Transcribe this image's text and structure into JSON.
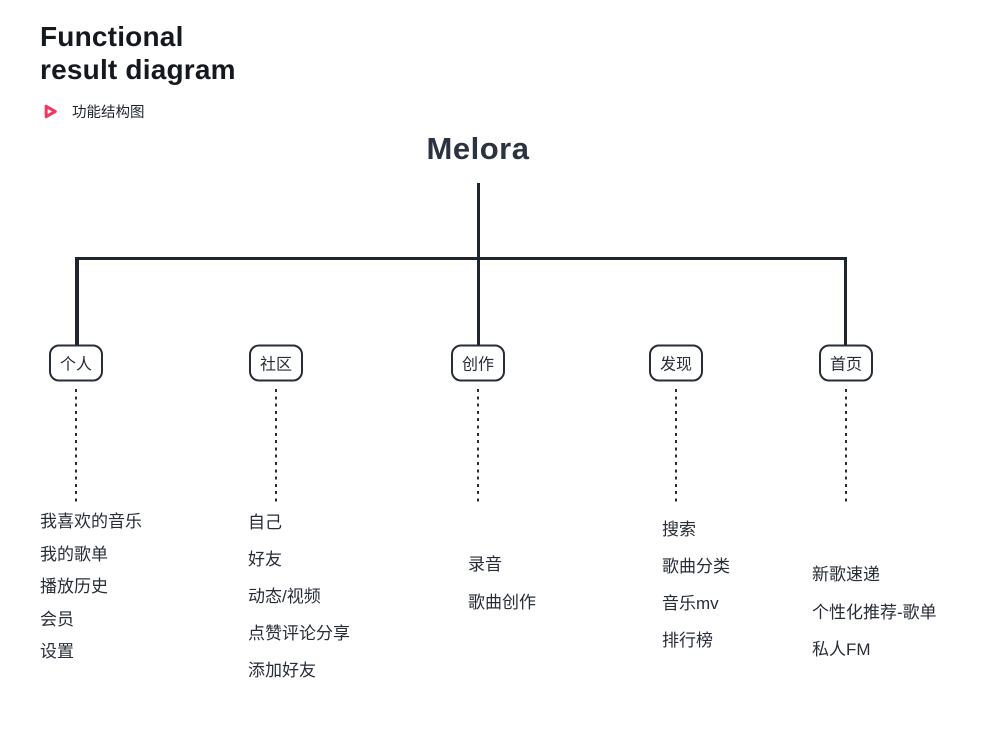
{
  "header": {
    "title_lines": [
      "Functional",
      "result diagram"
    ],
    "subtitle": "功能结构图"
  },
  "root_label": "Melora",
  "colors": {
    "accent": "#F1395F",
    "line": "#1F252E",
    "text": "#272D37"
  },
  "tree": {
    "nodes": [
      {
        "id": "personal",
        "label": "个人",
        "items": [
          "我喜欢的音乐",
          "我的歌单",
          "播放历史",
          "会员",
          "设置"
        ]
      },
      {
        "id": "community",
        "label": "社区",
        "items": [
          "自己",
          "好友",
          "动态/视频",
          "点赞评论分享",
          "添加好友"
        ]
      },
      {
        "id": "creation",
        "label": "创作",
        "items": [
          "录音",
          "歌曲创作"
        ]
      },
      {
        "id": "discover",
        "label": "发现",
        "items": [
          "搜索",
          "歌曲分类",
          "音乐mv",
          "排行榜"
        ]
      },
      {
        "id": "home",
        "label": "首页",
        "items": [
          "新歌速递",
          "个性化推荐-歌单",
          "私人FM"
        ]
      }
    ]
  }
}
